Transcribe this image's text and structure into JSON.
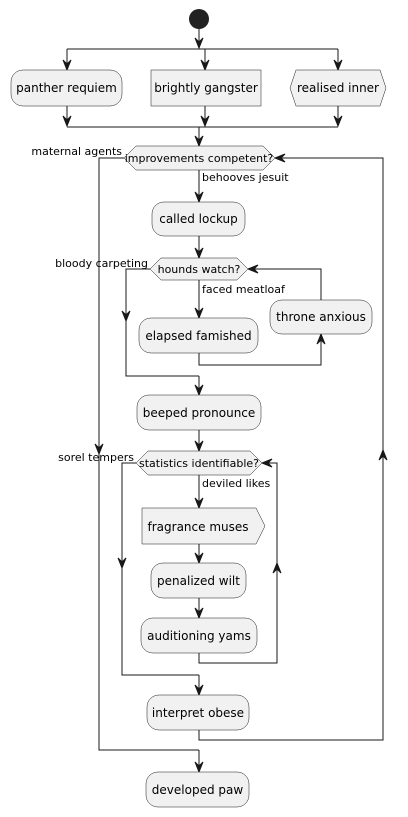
{
  "nodes": {
    "panther_requiem": "panther requiem",
    "brightly_gangster": "brightly gangster",
    "realised_inner": "realised inner",
    "improvements_competent": "improvements competent?",
    "called_lockup": "called lockup",
    "hounds_watch": "hounds watch?",
    "elapsed_famished": "elapsed famished",
    "throne_anxious": "throne anxious",
    "beeped_pronounce": "beeped pronounce",
    "statistics_identifiable": "statistics identifiable?",
    "fragrance_muses": "fragrance muses",
    "penalized_wilt": "penalized wilt",
    "auditioning_yams": "auditioning yams",
    "interpret_obese": "interpret obese",
    "developed_paw": "developed paw"
  },
  "edges": {
    "behooves_jesuit": "behooves jesuit",
    "maternal_agents": "maternal agents",
    "faced_meatloaf": "faced meatloaf",
    "bloody_carpeting": "bloody carpeting",
    "deviled_likes": "deviled likes",
    "sorel_tempers": "sorel tempers"
  }
}
